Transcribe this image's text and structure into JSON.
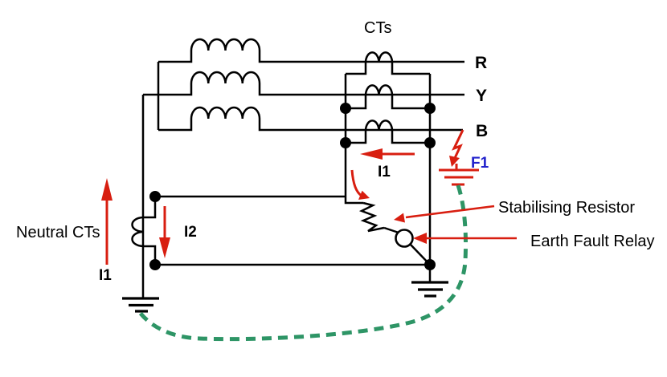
{
  "diagram": {
    "labels": {
      "cts": "CTs",
      "phase_r": "R",
      "phase_y": "Y",
      "phase_b": "B",
      "fault": "F1",
      "i1_ct": "I1",
      "i2_neutral_ct": "I2",
      "i1_neutral": "I1",
      "neutral_cts": "Neutral CTs",
      "stabilising_resistor": "Stabilising Resistor",
      "earth_fault_relay": "Earth Fault Relay"
    },
    "colors": {
      "wire": "#000000",
      "arrow_red": "#d81e10",
      "fault_path_green": "#2e9566",
      "fault_label_blue": "#2222cc"
    }
  }
}
